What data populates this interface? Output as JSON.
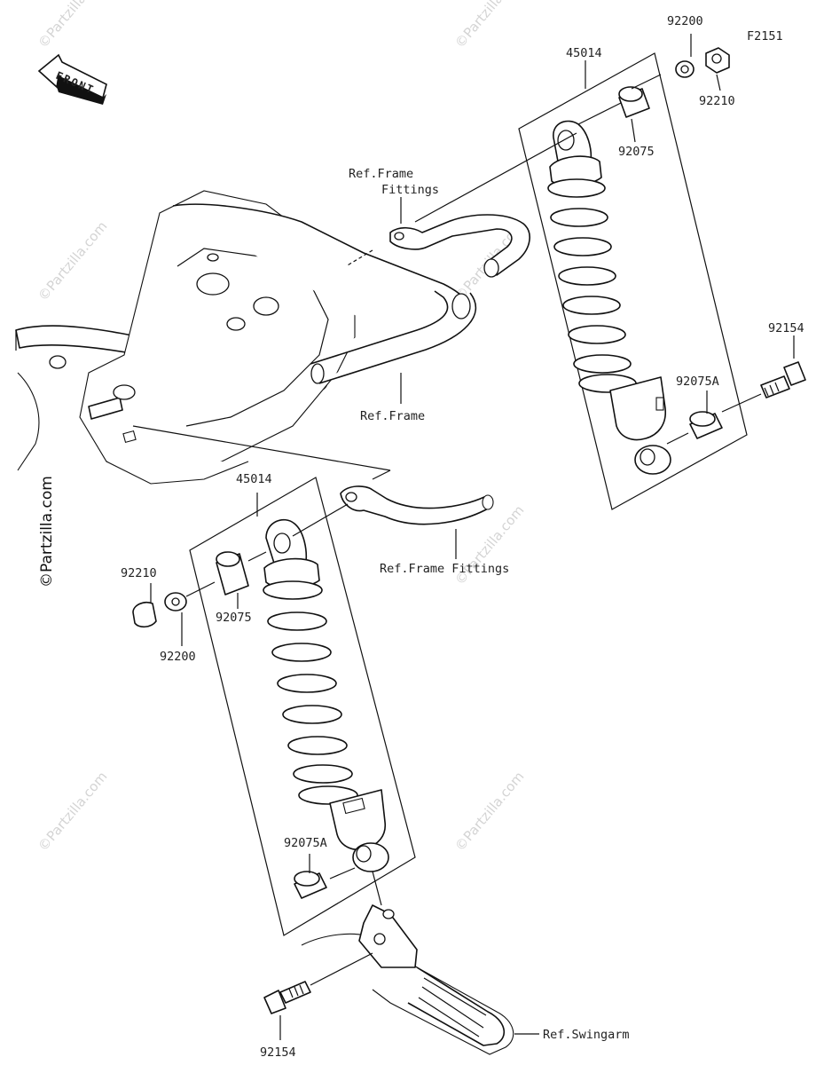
{
  "diagram_code": "F2151",
  "front_label": "FRONT",
  "watermark_text": "©Partzilla.com",
  "callouts": {
    "upper_shock": "45014",
    "upper_washer": "92200",
    "upper_nut": "92210",
    "upper_collar": "92075",
    "upper_collar_a": "92075A",
    "upper_bolt": "92154",
    "lower_shock": "45014",
    "lower_nut": "92210",
    "lower_washer": "92200",
    "lower_collar": "92075",
    "lower_collar_a": "92075A",
    "lower_bolt": "92154"
  },
  "refs": {
    "frame_fittings_upper_line1": "Ref.Frame",
    "frame_fittings_upper_line2": "Fittings",
    "frame": "Ref.Frame",
    "frame_fittings_lower": "Ref.Frame Fittings",
    "swingarm": "Ref.Swingarm"
  },
  "colors": {
    "line": "#111111",
    "watermark": "#d4d4d4",
    "background": "#ffffff"
  }
}
